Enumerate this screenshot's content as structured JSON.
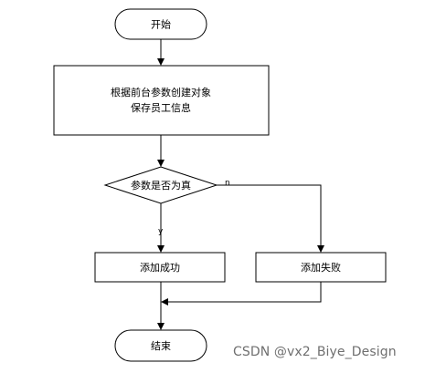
{
  "nodes": {
    "start": "开始",
    "process": {
      "line1": "根据前台参数创建对象",
      "line2": "保存员工信息"
    },
    "decision": "参数是否为真",
    "success": "添加成功",
    "fail": "添加失败",
    "end": "结束"
  },
  "edges": {
    "yes_label": "y",
    "no_label": "n"
  },
  "watermark": "CSDN @vx2_Biye_Design"
}
